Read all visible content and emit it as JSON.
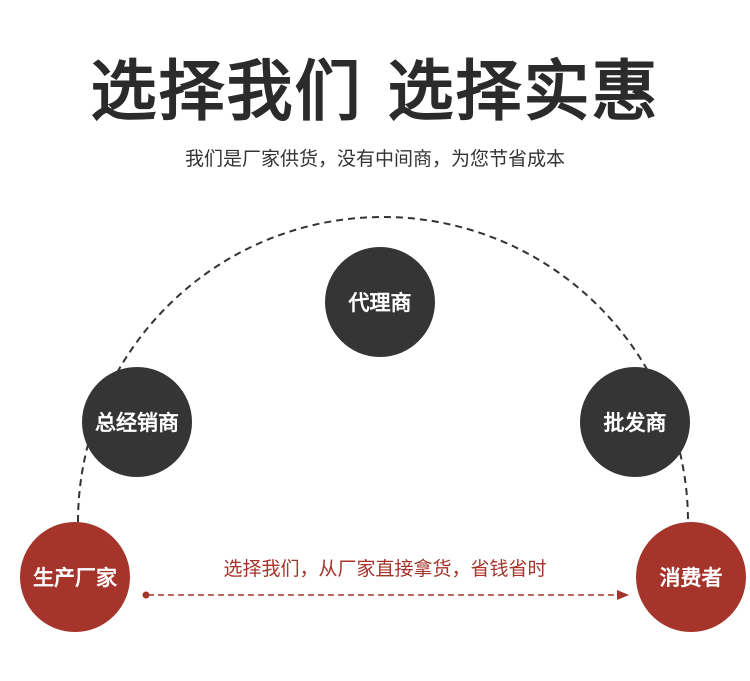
{
  "header": {
    "title": "选择我们  选择实惠",
    "subtitle": "我们是厂家供货，没有中间商，为您节省成本"
  },
  "chain": {
    "agent": "代理商",
    "general_distributor": "总经销商",
    "wholesaler": "批发商",
    "manufacturer": "生产厂家",
    "consumer": "消费者"
  },
  "direct_path": {
    "label": "选择我们，从厂家直接拿货，省钱省时"
  },
  "colors": {
    "dark": "#353535",
    "accent": "#a5342b"
  }
}
